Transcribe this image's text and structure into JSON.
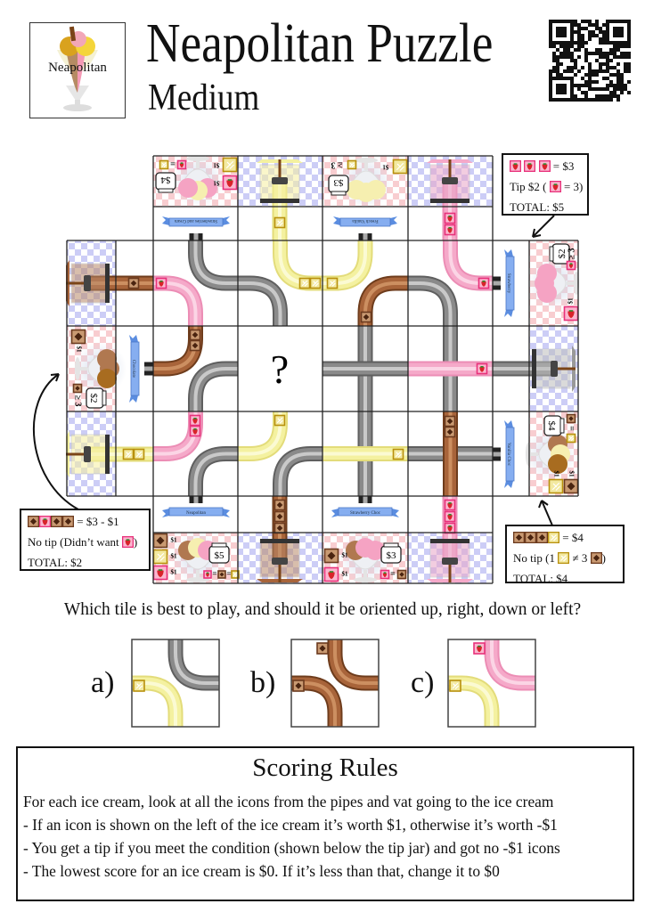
{
  "header": {
    "logo_label": "Neapolitan",
    "title": "Neapolitan Puzzle",
    "difficulty": "Medium"
  },
  "board": {
    "center_tile": "?",
    "ice_creams": [
      {
        "name": "Strawberries and Cream",
        "side": "top",
        "tip": "$4",
        "worth": [
          "$1",
          "$1"
        ],
        "condition_ops": [
          "="
        ]
      },
      {
        "name": "French Vanilla",
        "side": "top",
        "tip": "$3",
        "worth": [
          "$1"
        ],
        "condition_ops": [
          "≥ 3"
        ]
      },
      {
        "name": "Chocolate",
        "side": "left",
        "tip": "$2",
        "worth": [
          "$1"
        ],
        "condition_ops": [
          "≥ 3"
        ]
      },
      {
        "name": "Strawberry",
        "side": "right",
        "tip": "$2",
        "worth": [
          "$1"
        ],
        "condition_ops": [
          "≥ 3"
        ]
      },
      {
        "name": "Vanilla Choc",
        "side": "right",
        "tip": "$4",
        "worth": [
          "$1",
          "$1"
        ],
        "condition_ops": [
          "="
        ]
      },
      {
        "name": "Neapolitan",
        "side": "bottom",
        "tip": "$5",
        "worth": [
          "$1",
          "$1",
          "$1"
        ],
        "condition_ops": [
          "=",
          "="
        ]
      },
      {
        "name": "Strawberry Choc",
        "side": "bottom",
        "tip": "$3",
        "worth": [
          "$1",
          "$1"
        ],
        "condition_ops": [
          "="
        ]
      }
    ]
  },
  "icons": {
    "chocolate": "chocolate-icon",
    "vanilla": "vanilla-icon",
    "strawberry": "strawberry-icon"
  },
  "colors": {
    "gray_pipe": "#8a8a8a",
    "vanilla_pipe": "#f4f1a0",
    "strawberry_pipe": "#f5a9c9",
    "chocolate_pipe": "#a8643a",
    "banner": "#86aef0"
  },
  "notes": {
    "top_right": {
      "line1_suffix": "= $3",
      "line2_a": "Tip $2 (",
      "line2_b": "= 3)",
      "total": "TOTAL: $5"
    },
    "bottom_left": {
      "line1_suffix": "= $3 - $1",
      "line2_a": "No tip (Didn’t want",
      "line2_b": ")",
      "total": "TOTAL: $2"
    },
    "bottom_right": {
      "line1_suffix": "= $4",
      "line2_a": "No tip (1",
      "line2_b": "≠ 3",
      "line2_c": ")",
      "total": "TOTAL: $4"
    }
  },
  "question": "Which tile is best to play, and should it be oriented up, right, down or left?",
  "options": [
    {
      "label": "a)"
    },
    {
      "label": "b)"
    },
    {
      "label": "c)"
    }
  ],
  "rules": {
    "title": "Scoring Rules",
    "lines": [
      "For each ice cream, look at all the icons from the pipes and vat going to the ice cream",
      "- If an icon is shown on the left of the ice cream it’s worth $1, otherwise it’s worth -$1",
      "- You get a tip if you meet the condition (shown below the tip jar) and got no -$1 icons",
      "- The lowest score for an ice cream is $0. If it’s less than that, change it to $0"
    ]
  }
}
